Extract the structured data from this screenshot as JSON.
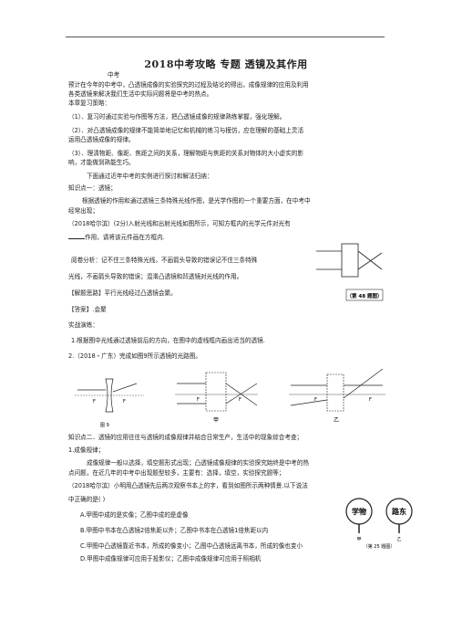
{
  "title": "2018中考攻略   专题   透镜及其作用",
  "subhead": "中考",
  "lines": {
    "l1": "预计在今年的中考中，凸透镜成像的实验探究的过程及结论的得出，成像规律的应用及利用",
    "l2": "各类透镜来解决我们生活中实际问题将是中考的热点。",
    "l3": "本章复习策略：",
    "l4": "（1）、复习时通过实验与作图等方法，把凸透镜成像的规律熟练掌握，强化理解。",
    "l5": "（2）、对凸透镜成像的规律不能简单地记忆和机械的练习与模仿，应在理解的基础上灵活",
    "l6": "运用凸透镜成像的规律。",
    "l7": "（3）、理清物距、像距、焦距之间的关系，理解物距与焦距的关系对物体的大小虚实的影",
    "l8": "响，才能做到熟能生巧。",
    "l9": "下面通过近年中考的实例进行探讨和解法归纳：",
    "l10": "知识点一：透镜；",
    "l11": "根据透镜的作用和通过透镜三条特殊光线作图，是光学作图的一个重要方面，在中考中",
    "l12": "经常出现；",
    "l13": "（2018哈尔滨）(2分)入射光线和出射光线如图所示，可知方框内的光学元件对光有",
    "l14": "作用，请将该元件画在方框内.",
    "l15": "阅卷分析：记不住三条特殊光线，不画箭头导致的错误记不住三条特殊",
    "l16": "光线，不画箭头导致的错误；混淆凸透镜和凹透镜对光线的作用。",
    "l17": "【解题思路】平行光线经过凸透镜会聚。",
    "l18": "【答案】.会聚",
    "l19": "实战演练：",
    "l20": "1.根据图中光线通过透镜前后的方向，在图中的虚线框内画出适当的透镜.",
    "l21": "2.（2018・广东）完成如图9所示透镜的光路图。",
    "l22": "知识点二．透镜的应用往往与透镜的成像规律并结合日常生产，生活中的现象综合考查；",
    "l23": "1.成像规律；",
    "l24": "成像规律一般以选择，填空题形式出现；凸透镜成像规律的实验探究始终是中考的热",
    "l25": "点问题，在近几年的中考中出现题型较多，主要有：选择，填空，实验探究题等；",
    "l26": "（2018哈尔滨）小明用凸透镜先后两次观察书本上的字，看到如图所示两种情景.以下说法",
    "l27": "中正确的是(     )",
    "optA": "A.甲图中成的是实像；乙图中成的是虚像",
    "optB": "B.甲图中书本在凸透镜2倍焦距以外；乙图中书本在凸透镜1倍焦距以内",
    "optC": "C.甲图中凸透镜靠近书本，所成的像变小；乙图中凸透镜远离书本，所成的像也变小",
    "optD": "D.甲图中成像规律可应用于投影仪；乙图中成像规律可应用于照相机"
  },
  "figures": {
    "fig48_caption": "（第 48 题图）",
    "fig9_caption": "图 9",
    "label_jia": "甲",
    "label_yi": "乙",
    "focus_F": "F",
    "fig25_caption": "（第 25 题图）",
    "book_jia_text": "学物",
    "book_yi_text": "路东",
    "book_jia_label": "甲",
    "book_yi_label": "乙"
  }
}
